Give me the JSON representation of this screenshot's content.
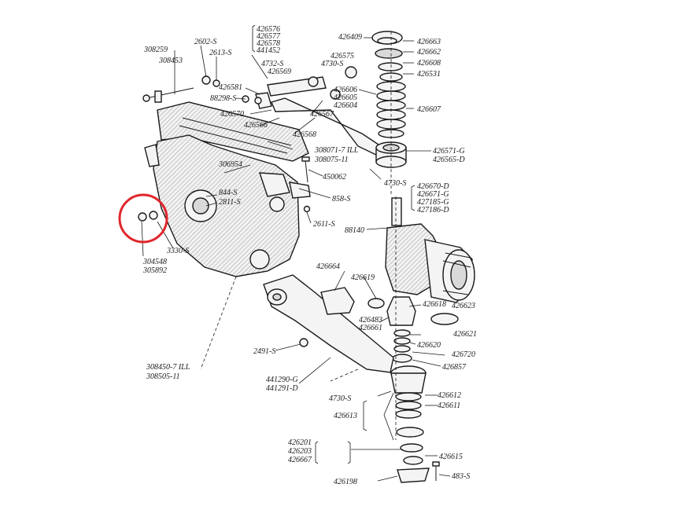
{
  "highlight": {
    "color": "#e0262c"
  },
  "labels": {
    "l308259": "308259",
    "l308453": "308453",
    "l2602": "2602-S",
    "l2613": "2613-S",
    "l426576": "426576",
    "l426577": "426577",
    "l426578": "426578",
    "l441452": "441452",
    "l4732": "4732-S",
    "l4730a": "4730-S",
    "l426575": "426575",
    "l426569": "426569",
    "l426581": "426581",
    "l88298": "88298-S",
    "l426570": "426570",
    "l426566": "426566",
    "l426567": "426567",
    "l426568": "426568",
    "l308071": "308071-7 ILL",
    "l308075": "308075-11",
    "l306954": "306954",
    "l450062": "450062",
    "l844": "844-S",
    "l2811": "2811-S",
    "l858": "858-S",
    "l2611": "2611-S",
    "l3330": "3330-S",
    "l304548": "304548",
    "l305892": "305892",
    "l426409": "426409",
    "l426663": "426663",
    "l426662": "426662",
    "l426608": "426608",
    "l426531": "426531",
    "l426606": "426606",
    "l426605": "426605",
    "l426604": "426604",
    "l426607": "426607",
    "l426571": "426571-G",
    "l426565": "426565-D",
    "l4730b": "4730-S",
    "l426670": "426670-D",
    "l426671": "426671-G",
    "l427185": "427185-G",
    "l427186": "427186-D",
    "l88140": "88140",
    "l426664": "426664",
    "l426619": "426619",
    "l426618": "426618",
    "l426623": "426623",
    "l426483": "426483",
    "l426661": "426661",
    "l426621": "426621",
    "l426620": "426620",
    "l426720": "426720",
    "l426857": "426857",
    "l2491": "2491-S",
    "l308450": "308450-7 ILL",
    "l308505": "308505-11",
    "l441290": "441290-G",
    "l441291": "441291-D",
    "l4730c": "4730-S",
    "l426612": "426612",
    "l426611": "426611",
    "l426613": "426613",
    "l426201": "426201",
    "l426203": "426203",
    "l426667": "426667",
    "l426615": "426615",
    "l426198": "426198",
    "l483": "483-S"
  }
}
